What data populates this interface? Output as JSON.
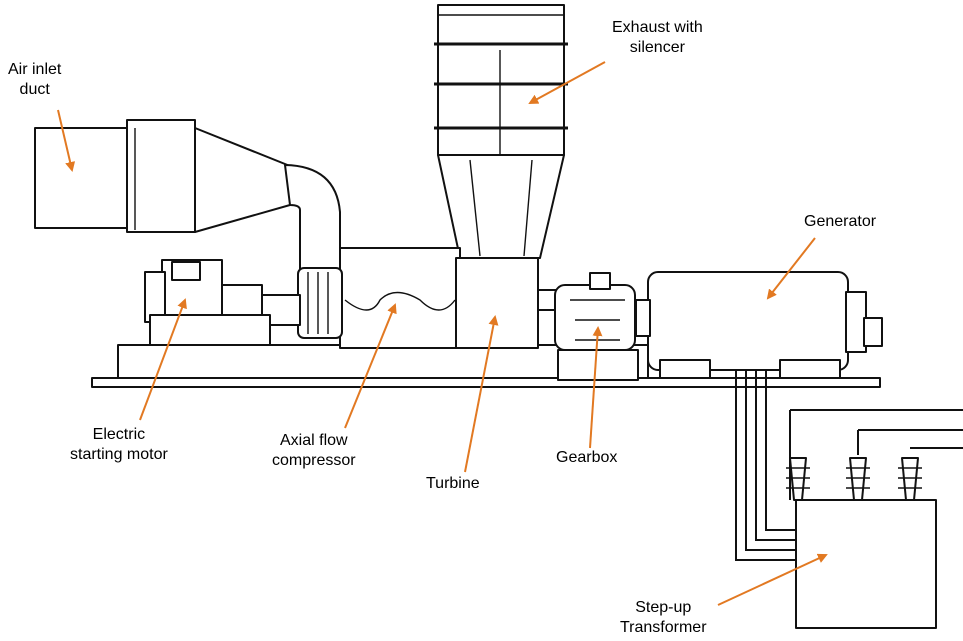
{
  "labels": {
    "air_inlet": [
      "Air inlet",
      "duct"
    ],
    "exhaust": [
      "Exhaust with",
      "silencer"
    ],
    "generator": [
      "Generator"
    ],
    "electric_motor": [
      "Electric",
      "starting motor"
    ],
    "compressor": [
      "Axial flow",
      "compressor"
    ],
    "turbine": [
      "Turbine"
    ],
    "gearbox": [
      "Gearbox"
    ],
    "transformer": [
      "Step-up",
      "Transformer"
    ]
  },
  "colors": {
    "arrow": "#e27922",
    "line": "#111111"
  }
}
